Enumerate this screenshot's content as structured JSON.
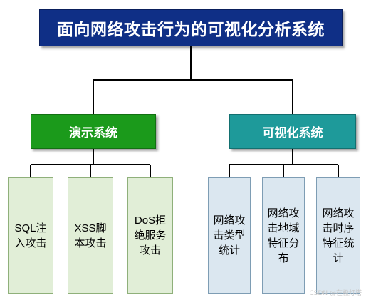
{
  "title": "面向网络攻击行为的可视化分析系统",
  "branches": [
    {
      "label": "演示系统",
      "color": "#1b9a1b",
      "children": [
        {
          "label": "SQL注入攻击"
        },
        {
          "label": "XSS脚本攻击"
        },
        {
          "label": "DoS拒绝服务攻击"
        }
      ]
    },
    {
      "label": "可视化系统",
      "color": "#1e9a9a",
      "children": [
        {
          "label": "网络攻击类型统计"
        },
        {
          "label": "网络攻击地域特征分布"
        },
        {
          "label": "网络攻击时序特征统计"
        }
      ]
    }
  ],
  "colors": {
    "root": "#0f2f86",
    "connector": "#000000",
    "leaf_demo": "#e1eed7",
    "leaf_vis": "#dbe7f0"
  },
  "watermark": "CSDN @在极灯塔"
}
